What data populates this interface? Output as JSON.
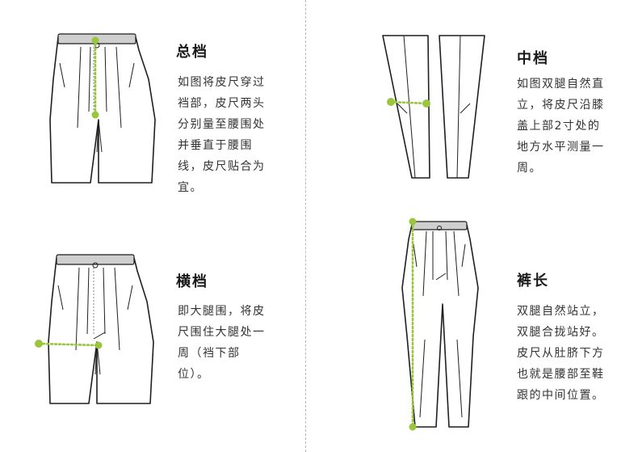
{
  "panels": {
    "crotch_total": {
      "title": "总档",
      "lines": [
        "如图将皮尺穿过",
        "裆部，皮尺两头",
        "分别量至腰围处",
        "并垂直于腰围",
        "线，皮尺贴合为",
        "宜。"
      ]
    },
    "mid_crotch": {
      "title": "中档",
      "lines": [
        "如图双腿自然直",
        "立，将皮尺沿膝",
        "盖上部2寸处的",
        "地方水平测量一",
        "周。"
      ]
    },
    "thigh": {
      "title": "横档",
      "lines": [
        "即大腿围，将皮",
        "尺围住大腿处一",
        "周（裆下部",
        "位）。"
      ]
    },
    "pants_length": {
      "title": "裤长",
      "lines": [
        "双腿自然站立，",
        "双腿合拢站好。",
        "皮尺从肚脐下方",
        "也就是腰部至鞋",
        "跟的中间位置。"
      ]
    }
  },
  "colors": {
    "measure_line": "#9bc53d",
    "divider": "#b8b8b8"
  }
}
